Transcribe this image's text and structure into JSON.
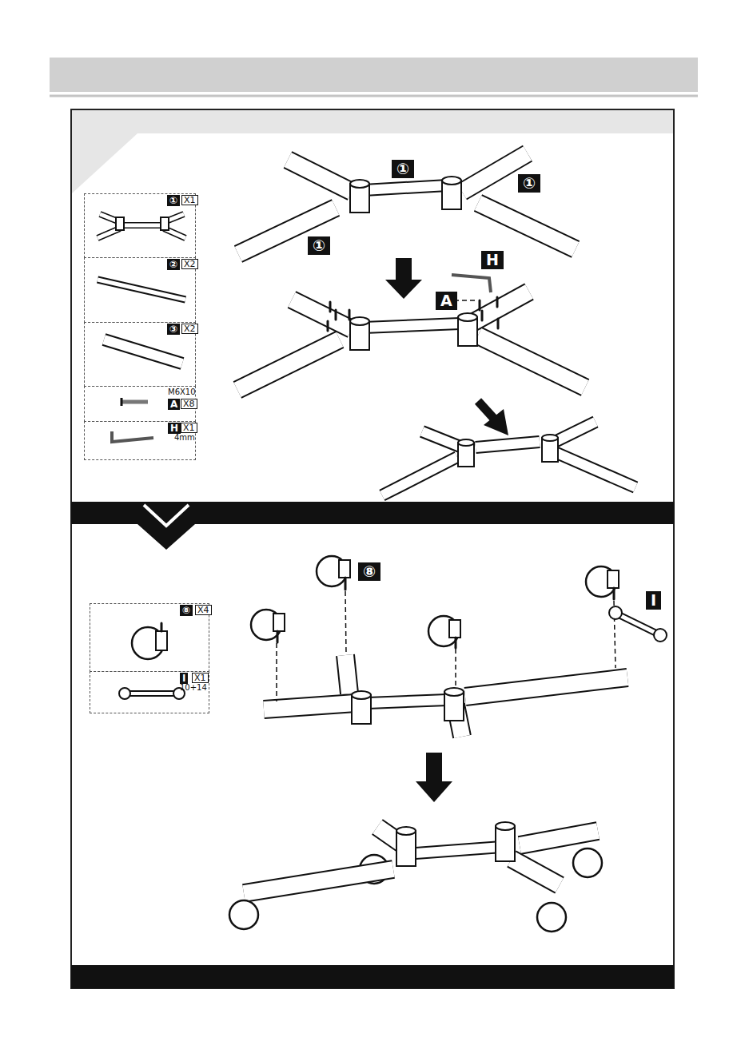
{
  "diagram": {
    "nodes": [
      {
        "text": [
          "①",
          "X1"
        ]
      },
      {
        "text": [
          "②",
          "X2"
        ]
      },
      {
        "text": [
          "③",
          "X2"
        ]
      },
      {
        "text": [
          "M6X10",
          "A",
          "X8"
        ]
      },
      {
        "text": [
          "H",
          "X1",
          "4mm"
        ]
      },
      {
        "text": [
          "⑧",
          "X4"
        ]
      },
      {
        "text": [
          "I",
          "X1",
          "10+14"
        ]
      }
    ],
    "labels": [
      "①",
      "①",
      "①",
      "H",
      "A",
      "⑧",
      "I"
    ]
  }
}
